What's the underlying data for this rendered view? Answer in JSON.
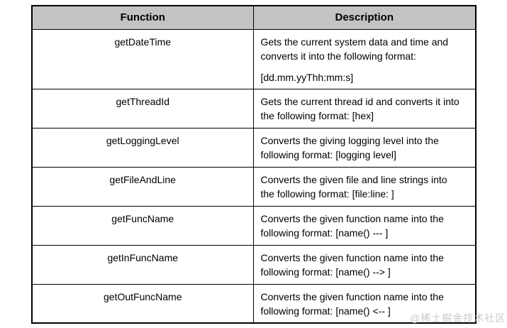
{
  "table": {
    "columns": [
      "Function",
      "Description"
    ],
    "rows": [
      {
        "function": "getDateTime",
        "description": "Gets the current system data and time and\nconverts it into the following format:",
        "format": "[dd.mm.yyThh:mm:s]"
      },
      {
        "function": "getThreadId",
        "description": "Gets the current thread id and converts it into\nthe following format: [hex]"
      },
      {
        "function": "getLoggingLevel",
        "description": "Converts the giving logging level into the\nfollowing format: [logging level]"
      },
      {
        "function": "getFileAndLine",
        "description": "Converts the given file and line strings into\nthe following format: [file:line: ]"
      },
      {
        "function": "getFuncName",
        "description": "Converts the given function name into the\nfollowing format: [name() --- ]"
      },
      {
        "function": "getInFuncName",
        "description": "Converts the given function name into the\nfollowing format: [name() --> ]"
      },
      {
        "function": "getOutFuncName",
        "description": "Converts the given function name into the\nfollowing format: [name() <-- ]"
      }
    ]
  },
  "watermark": {
    "text": "@稀土掘金技术社区"
  },
  "colors": {
    "header_bg": "#c3c3c3",
    "border": "#000000",
    "text": "#000000",
    "background": "#ffffff",
    "watermark": "#c9c9c9"
  }
}
